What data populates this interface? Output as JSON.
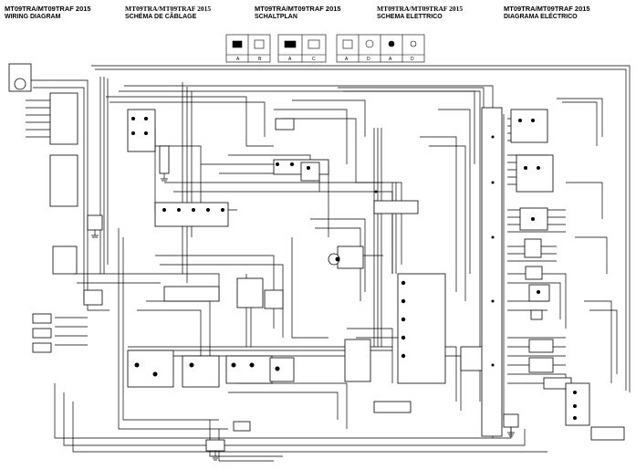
{
  "headers": [
    {
      "model": "MT09TRA/MT09TRAF 2015",
      "title": "WIRING DIAGRAM"
    },
    {
      "model": "MT09TRA/MT09TRAF 2015",
      "title": "SCHÉMA DE CÂBLAGE"
    },
    {
      "model": "MT09TRA/MT09TRAF 2015",
      "title": "SCHALTPLAN"
    },
    {
      "model": "MT09TRA/MT09TRAF 2015",
      "title": "SCHEMA ELETTRICO"
    },
    {
      "model": "MT09TRA/MT09TRAF 2015",
      "title": "DIAGRAMA ELÉCTRICO"
    }
  ],
  "legend": {
    "groups": [
      {
        "labels": [
          "A",
          "B"
        ]
      },
      {
        "labels": [
          "A",
          "C"
        ]
      },
      {
        "labels": [
          "A",
          "D",
          "A",
          "D"
        ]
      }
    ]
  },
  "colors": {
    "line": "#000000",
    "background": "#ffffff"
  }
}
